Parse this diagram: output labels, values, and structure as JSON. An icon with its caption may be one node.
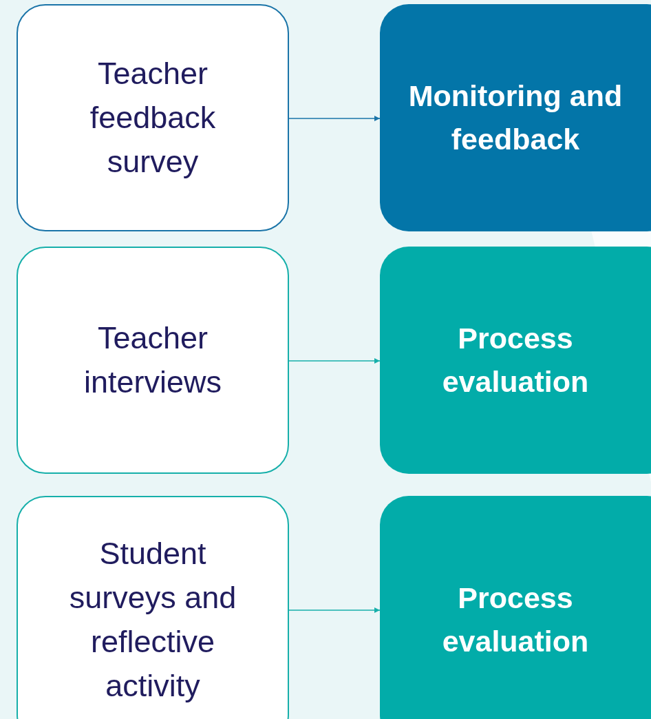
{
  "diagram": {
    "nodes": [
      {
        "text": [
          "Teacher feedback survey"
        ]
      },
      {
        "text": [
          "Monitoring and feedback"
        ]
      },
      {
        "text": [
          "Teacher interviews"
        ]
      },
      {
        "text": [
          "Process evaluation"
        ]
      },
      {
        "text": [
          "Student surveys and reflective activity"
        ]
      },
      {
        "text": [
          "Process evaluation"
        ]
      }
    ],
    "edges": [
      {
        "from": 0,
        "to": 1,
        "arrow": "to",
        "color": "#1a74a8"
      },
      {
        "from": 2,
        "to": 3,
        "arrow": "to"
      },
      {
        "from": 4,
        "to": 5,
        "arrow": "to"
      }
    ]
  }
}
